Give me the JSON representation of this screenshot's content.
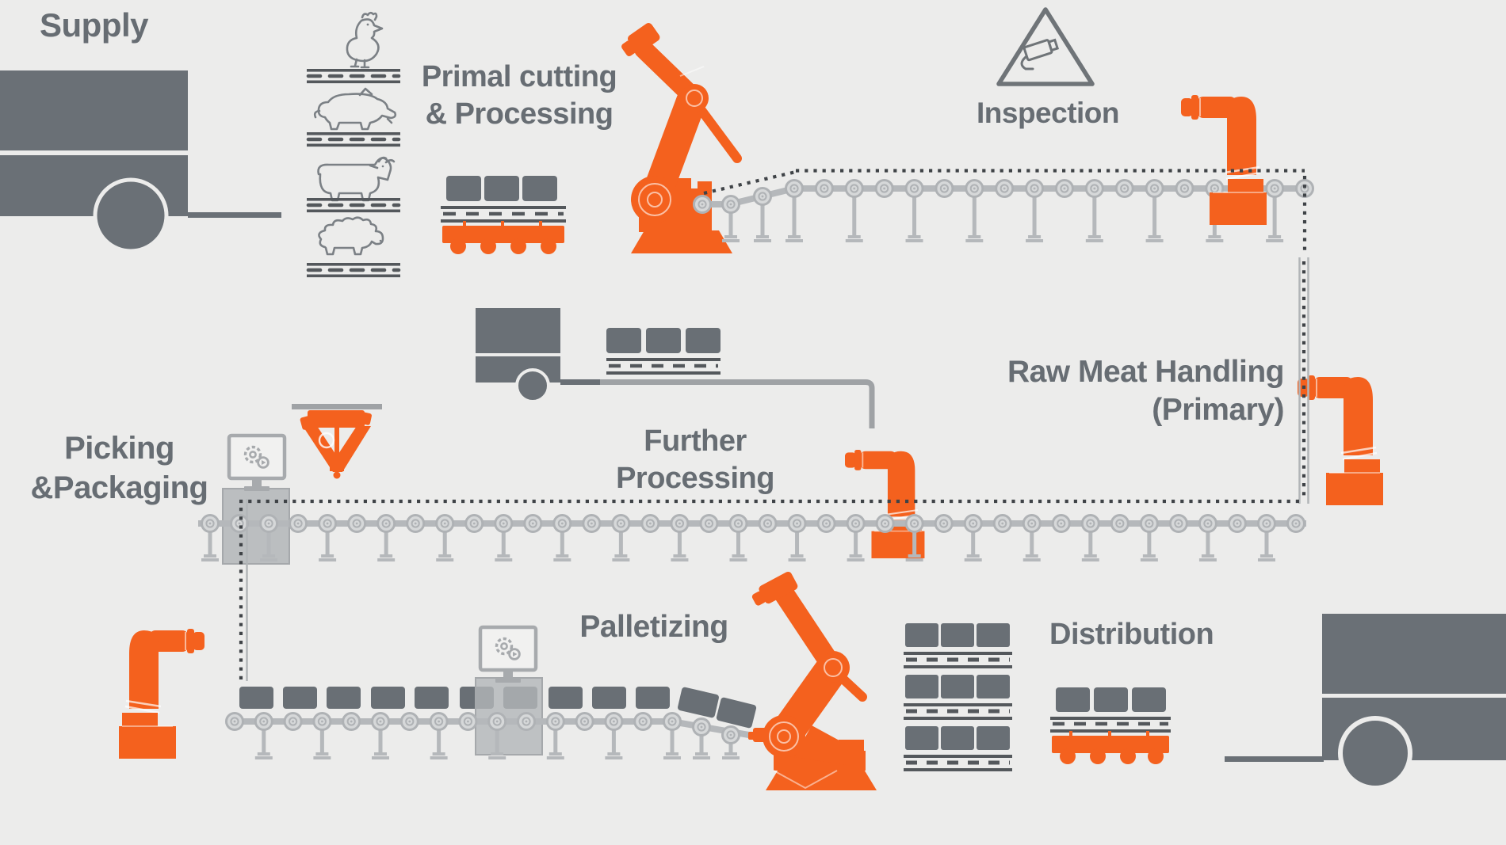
{
  "title": "Automated meat processing plant flow diagram",
  "colors": {
    "background": "#ECECEB",
    "robot_orange": "#F4611E",
    "dark_gray": "#6A7076",
    "text_gray": "#676D73",
    "conveyor_gray": "#B5B8BB",
    "machine_gray": "#B3B6B9",
    "path_gray": "#9FA2A5",
    "dot_dark": "#3F4347"
  },
  "labels": {
    "supply": "Supply",
    "primal_line1": "Primal cutting",
    "primal_line2": "& Processing",
    "inspection": "Inspection",
    "raw_meat_line1": "Raw Meat Handling",
    "raw_meat_line2": "(Primary)",
    "picking_line1": "Picking",
    "picking_line2": "&Packaging",
    "further_line1": "Further",
    "further_line2": "Processing",
    "palletizing": "Palletizing",
    "distribution": "Distribution"
  },
  "stations": [
    {
      "name": "supply",
      "icon": "truck-icon"
    },
    {
      "name": "primal-cutting-processing",
      "icon": "robot-arm-icon"
    },
    {
      "name": "inspection",
      "icon": "camera-warning-sign-icon"
    },
    {
      "name": "raw-meat-handling-primary",
      "icon": "robot-arm-icon"
    },
    {
      "name": "further-processing",
      "icon": "robot-arm-icon"
    },
    {
      "name": "picking-packaging",
      "icon": "delta-robot-icon"
    },
    {
      "name": "palletizing",
      "icon": "palletizer-robot-icon"
    },
    {
      "name": "distribution",
      "icon": "pallet-rack-icon"
    }
  ],
  "animals": [
    "chicken",
    "pig",
    "cow",
    "sheep"
  ]
}
